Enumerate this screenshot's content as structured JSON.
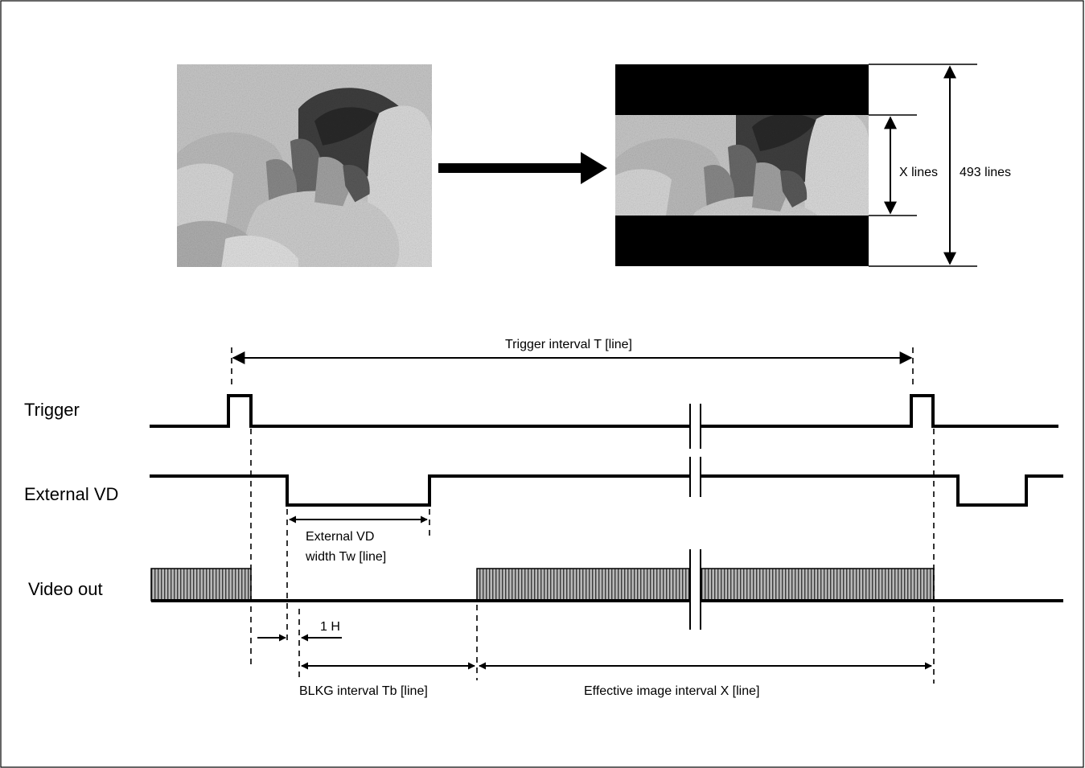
{
  "image_transform": {
    "source_photo": "rocky-scene-grayscale",
    "x_lines_label": "X lines",
    "total_lines_label": "493 lines"
  },
  "timing": {
    "trigger_interval_label": "Trigger interval T [line]",
    "signals": {
      "trigger": "Trigger",
      "external_vd": "External VD",
      "video_out": "Video out"
    },
    "vd_width_label_line1": "External VD",
    "vd_width_label_line2": "width Tw [line]",
    "one_h_label": "1 H",
    "blkg_label": "BLKG interval Tb [line]",
    "effective_label": "Effective image interval X [line]"
  },
  "colors": {
    "stroke": "#000000",
    "video_fill": "#9a9a9a",
    "photo_mid": "#9c9c9c"
  }
}
